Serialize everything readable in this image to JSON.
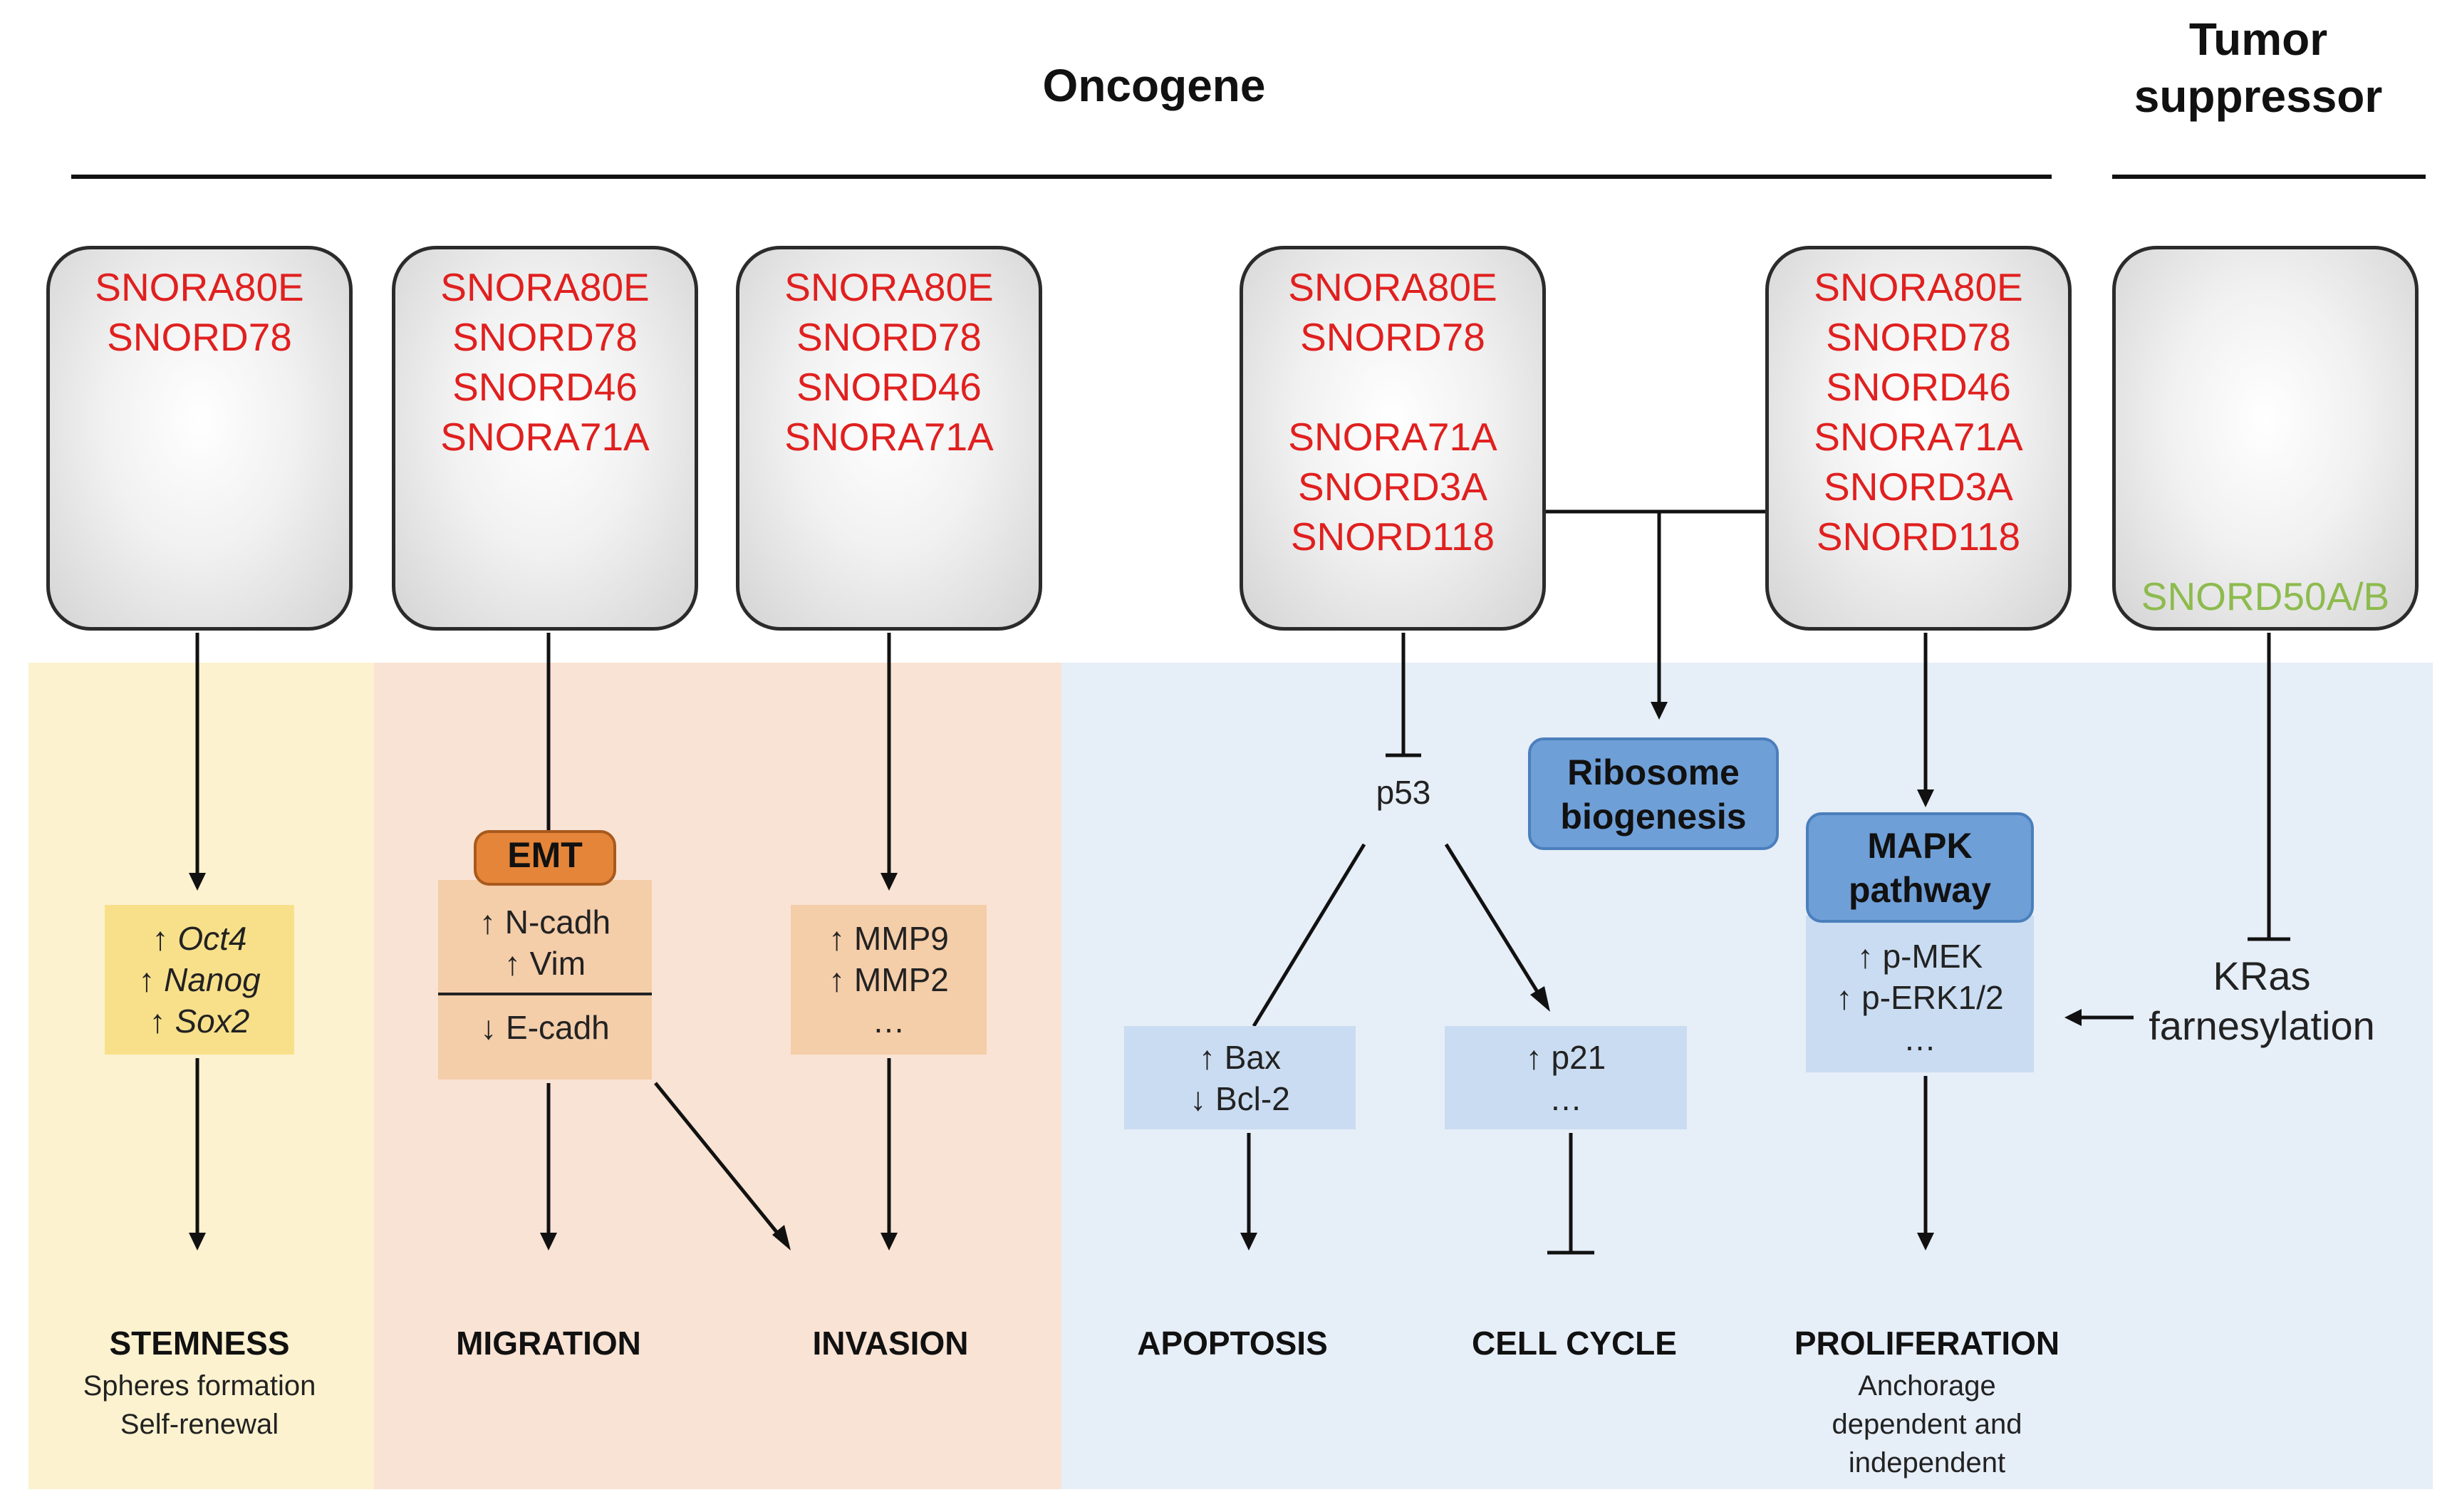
{
  "headers": {
    "oncogene": "Oncogene",
    "tumor_suppressor": [
      "Tumor",
      "suppressor"
    ]
  },
  "snorna_boxes": [
    [
      "SNORA80E",
      "SNORD78"
    ],
    [
      "SNORA80E",
      "SNORD78",
      "SNORD46",
      "SNORA71A"
    ],
    [
      "SNORA80E",
      "SNORD78",
      "SNORD46",
      "SNORA71A"
    ],
    [
      "SNORA80E",
      "SNORD78",
      "",
      "SNORA71A",
      "SNORD3A",
      "SNORD118"
    ],
    [
      "SNORA80E",
      "SNORD78",
      "SNORD46",
      "SNORA71A",
      "SNORD3A",
      "SNORD118"
    ],
    [
      "SNORD50A/B"
    ]
  ],
  "stemness_markers": [
    {
      "arrow": "↑",
      "gene": "Oct4"
    },
    {
      "arrow": "↑",
      "gene": "Nanog"
    },
    {
      "arrow": "↑",
      "gene": "Sox2"
    }
  ],
  "emt": {
    "label": "EMT",
    "up": [
      "↑ N-cadh",
      "↑ Vim"
    ],
    "down": "↓ E-cadh"
  },
  "mmp": [
    "↑ MMP9",
    "↑ MMP2",
    "…"
  ],
  "p53": "p53",
  "apoptosis_markers": [
    "↑ Bax",
    "↓ Bcl-2"
  ],
  "cellcycle_markers": [
    "↑ p21",
    "…"
  ],
  "ribosome": [
    "Ribosome",
    "biogenesis"
  ],
  "mapk": {
    "label": [
      "MAPK",
      "pathway"
    ],
    "markers": [
      "↑ p-MEK",
      "↑ p-ERK1/2",
      "…"
    ]
  },
  "kras": [
    "KRas",
    "farnesylation"
  ],
  "outcomes": {
    "stemness": {
      "title": "STEMNESS",
      "sub": [
        "Spheres formation",
        "Self-renewal"
      ]
    },
    "migration": "MIGRATION",
    "invasion": "INVASION",
    "apoptosis": "APOPTOSIS",
    "cellcycle": "CELL CYCLE",
    "proliferation": {
      "title": "PROLIFERATION",
      "sub": [
        "Anchorage",
        "dependent and",
        "independent"
      ]
    }
  },
  "colors": {
    "stemness_bg": "#fcf2cf",
    "emt_invasion_bg": "#f9e3d4",
    "blue_bg": "#e6eef8",
    "oncogene_text": "#e0201f",
    "suppressor_text": "#8dbb4e"
  }
}
